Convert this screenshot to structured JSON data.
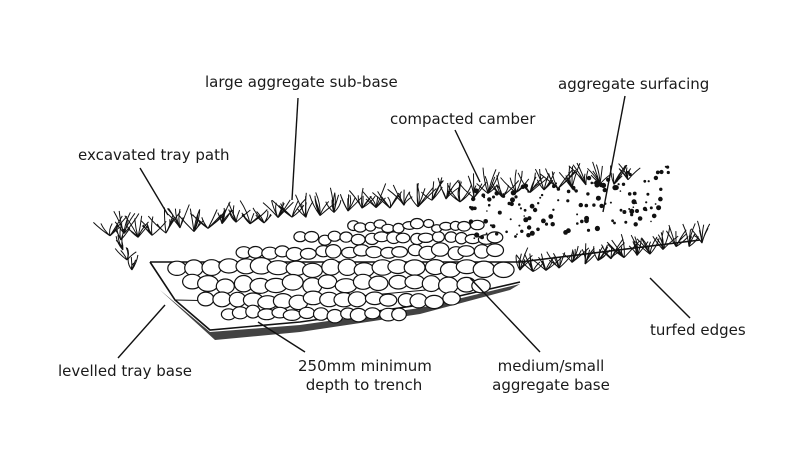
{
  "labels": {
    "large_sub_base": "large aggregate sub-base",
    "aggregate_surfacing": "aggregate surfacing",
    "compacted_camber": "compacted camber",
    "excavated_tray_path": "excavated tray path",
    "turfed_edges": "turfed edges",
    "levelled_tray_base": "levelled tray base",
    "min_depth_line1": "250mm minimum",
    "min_depth_line2": "depth to trench",
    "agg_base_line1": "medium/small",
    "agg_base_line2": "aggregate base"
  },
  "colors": {
    "ink": "#111111",
    "paper": "#ffffff"
  }
}
